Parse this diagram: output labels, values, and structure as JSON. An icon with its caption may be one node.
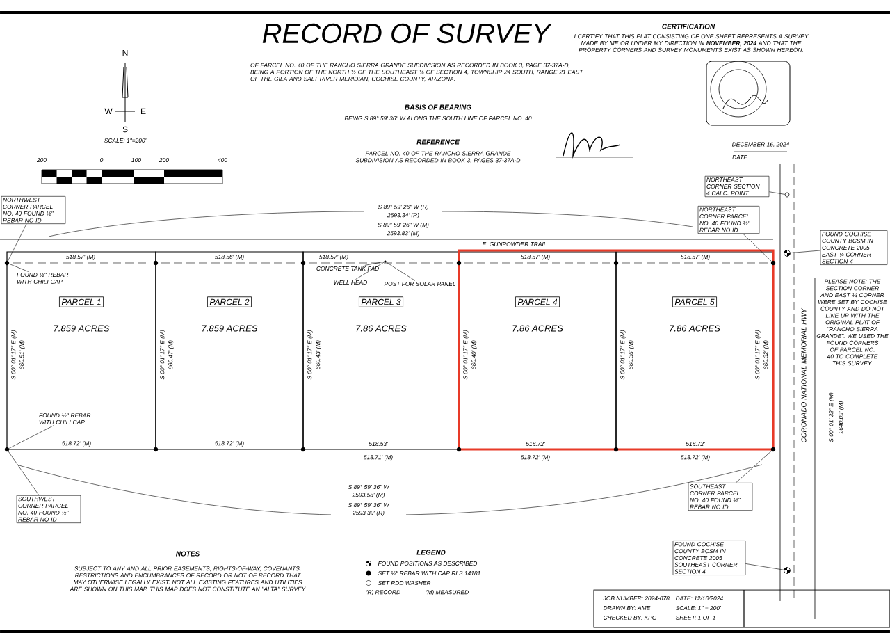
{
  "diagram": {
    "title": "RECORD OF SURVEY",
    "nodes": [
      {
        "text": [
          "PARCEL 1",
          "7.859 ACRES"
        ]
      },
      {
        "text": [
          "PARCEL 2",
          "7.859 ACRES"
        ]
      },
      {
        "text": [
          "PARCEL 3",
          "7.86 ACRES"
        ]
      },
      {
        "text": [
          "PARCEL 4",
          "7.86 ACRES"
        ]
      },
      {
        "text": [
          "PARCEL 5",
          "7.86 ACRES"
        ]
      },
      {
        "text": [
          "NORTHWEST CORNER PARCEL NO. 40 FOUND ½\" REBAR NO ID"
        ]
      },
      {
        "text": [
          "FOUND ½\" REBAR WITH CHILI CAP"
        ],
        "in": 0
      },
      {
        "text": [
          "FOUND ½\" REBAR WITH CHILI CAP"
        ],
        "in": 0
      },
      {
        "text": [
          "SOUTHWEST CORNER PARCEL NO. 40 FOUND ½\" REBAR NO ID"
        ]
      },
      {
        "text": [
          "CONCRETE TANK PAD"
        ],
        "in": 2
      },
      {
        "text": [
          "WELL HEAD"
        ],
        "in": 2
      },
      {
        "text": [
          "POST FOR SOLAR PANEL"
        ],
        "in": 2
      },
      {
        "text": [
          "NORTHEAST CORNER SECTION 4 CALC. POINT"
        ]
      },
      {
        "text": [
          "NORTHEAST CORNER PARCEL NO. 40 FOUND ½\" REBAR NO ID"
        ]
      },
      {
        "text": [
          "FOUND COCHISE COUNTY BCSM IN CONCRETE 2005 EAST ¼ CORNER SECTION 4"
        ]
      },
      {
        "text": [
          "SOUTHEAST CORNER PARCEL NO. 40 FOUND ½\" REBAR NO ID"
        ]
      },
      {
        "text": [
          "FOUND COCHISE COUNTY BCSM IN CONCRETE 2005 SOUTHEAST CORNER SECTION 4"
        ]
      },
      {
        "text": [],
        "shape": "circle"
      },
      {
        "text": [],
        "shape": "circle"
      },
      {
        "text": [],
        "shape": "circle",
        "in": 2
      },
      {
        "text": [],
        "shape": "circle"
      },
      {
        "text": [],
        "shape": "circle"
      },
      {
        "text": [],
        "shape": "circle"
      },
      {
        "text": [],
        "shape": "circle"
      },
      {
        "text": [],
        "shape": "circle"
      }
    ],
    "edges": [
      {
        "from": 5,
        "to": 17,
        "arrow": "none"
      },
      {
        "from": 6,
        "to": 17,
        "arrow": "none"
      },
      {
        "from": 7,
        "to": 18,
        "arrow": "none"
      },
      {
        "from": 8,
        "to": 18,
        "arrow": "none"
      },
      {
        "from": 9,
        "to": 19,
        "arrow": "none"
      },
      {
        "from": 10,
        "to": 19,
        "arrow": "none"
      },
      {
        "from": 11,
        "to": 19,
        "arrow": "none"
      },
      {
        "from": 12,
        "to": 22,
        "arrow": "none"
      },
      {
        "from": 13,
        "to": 20,
        "arrow": "none"
      },
      {
        "from": 14,
        "to": 23,
        "arrow": "none"
      },
      {
        "from": 15,
        "to": 21,
        "arrow": "none"
      },
      {
        "from": 16,
        "to": 24,
        "arrow": "none"
      }
    ],
    "labels": [
      "N",
      "W",
      "E",
      "S",
      "SCALE: 1\"=200'",
      "200",
      "0",
      "100",
      "200",
      "400",
      "OF PARCEL NO. 40 OF THE RANCHO SIERRA GRANDE SUBDIVISION AS RECORDED IN BOOK 3, PAGE 37-37A-D, BEING A PORTION OF THE NORTH ½ OF THE SOUTHEAST ¼ OF SECTION 4, TOWNSHIP 24 SOUTH, RANGE 21 EAST OF THE GILA AND SALT RIVER MERIDIAN, COCHISE COUNTY, ARIZONA.",
      "BASIS OF BEARING",
      "BEING S 89° 59' 36\" W ALONG THE SOUTH LINE OF PARCEL NO. 40",
      "REFERENCE",
      "PARCEL NO. 40 OF THE RANCHO SIERRA GRANDE SUBDIVISION AS RECORDED IN BOOK 3, PAGES 37-37A-D",
      "CERTIFICATION",
      "I CERTIFY THAT THIS PLAT CONSISTING OF ONE SHEET REPRESENTS A SURVEY MADE BY ME OR UNDER MY DIRECTION IN **NOVEMBER, 2024** AND THAT THE PROPERTY CORNERS AND SURVEY MONUMENTS EXIST AS SHOWN HEREON.",
      "DECEMBER 16, 2024",
      "DATE",
      "S 89° 59' 26\" W (R)",
      "2593.34' (R)",
      "S 89° 59' 26\" W (M)",
      "2593.83' (M)",
      "E. GUNPOWDER TRAIL",
      "518.57' (M)",
      "518.56' (M)",
      "518.57' (M)",
      "518.57' (M)",
      "518.57' (M)",
      "PLEASE NOTE: THE SECTION CORNER AND EAST ¼ CORNER WERE SET BY COCHISE COUNTY AND DO NOT LINE UP WITH THE ORIGINAL PLAT OF \"RANCHO SIERRA GRANDE\". WE USED THE FOUND CORNERS OF PARCEL NO. 40 TO COMPLETE THIS SURVEY.",
      "S 00° 01' 17\" E (M)",
      "660.51' (M)",
      "S 00° 01' 17\" E (M)",
      "660.47' (M)",
      "S 00° 01' 17\" E (M)",
      "660.43' (M)",
      "S 00° 01' 17\" E (M)",
      "660.40' (M)",
      "S 00° 01' 17\" E (M)",
      "660.36' (M)",
      "S 00° 01' 17\" E (M)",
      "660.32' (M)",
      "CORONADO NATIONAL MEMORIAL HWY",
      "518.72' (M)",
      "518.72' (M)",
      "518.53'",
      "518.71' (M)",
      "518.72'",
      "518.72' (M)",
      "518.72'",
      "518.72' (M)",
      "S 89° 59' 36\" W",
      "2593.58' (M)",
      "S 89° 59' 36\" W",
      "2593.39' (R)",
      "S 00° 01' 32\" E (M)",
      "2640.09' (M)",
      "NOTES",
      "SUBJECT TO ANY AND ALL PRIOR EASEMENTS, RIGHTS-OF-WAY, COVENANTS, RESTRICTIONS AND ENCUMBRANCES OF RECORD OR NOT OF RECORD THAT MAY OTHERWISE LEGALLY EXIST. NOT ALL EXISTING FEATURES AND UTILITIES ARE SHOWN ON THIS MAP. THIS MAP DOES NOT CONSTITUTE AN \"ALTA\" SURVEY",
      "LEGEND",
      "JOB NUMBER: 2024-078",
      "DATE: 12/16/2024",
      "DRAWN BY: AME",
      "SCALE: 1\" = 200'",
      "CHECKED BY: KPG",
      "SHEET: 1 OF 1"
    ],
    "legend": [
      {
        "text": "FOUND POSITIONS AS DESCRIBED"
      },
      {
        "text": "SET ½\" REBAR WITH CAP RLS 14181"
      },
      {
        "text": "SET RDD WASHER"
      },
      {
        "text": "(R) RECORD"
      },
      {
        "text": "(M) MEASURED"
      }
    ]
  }
}
